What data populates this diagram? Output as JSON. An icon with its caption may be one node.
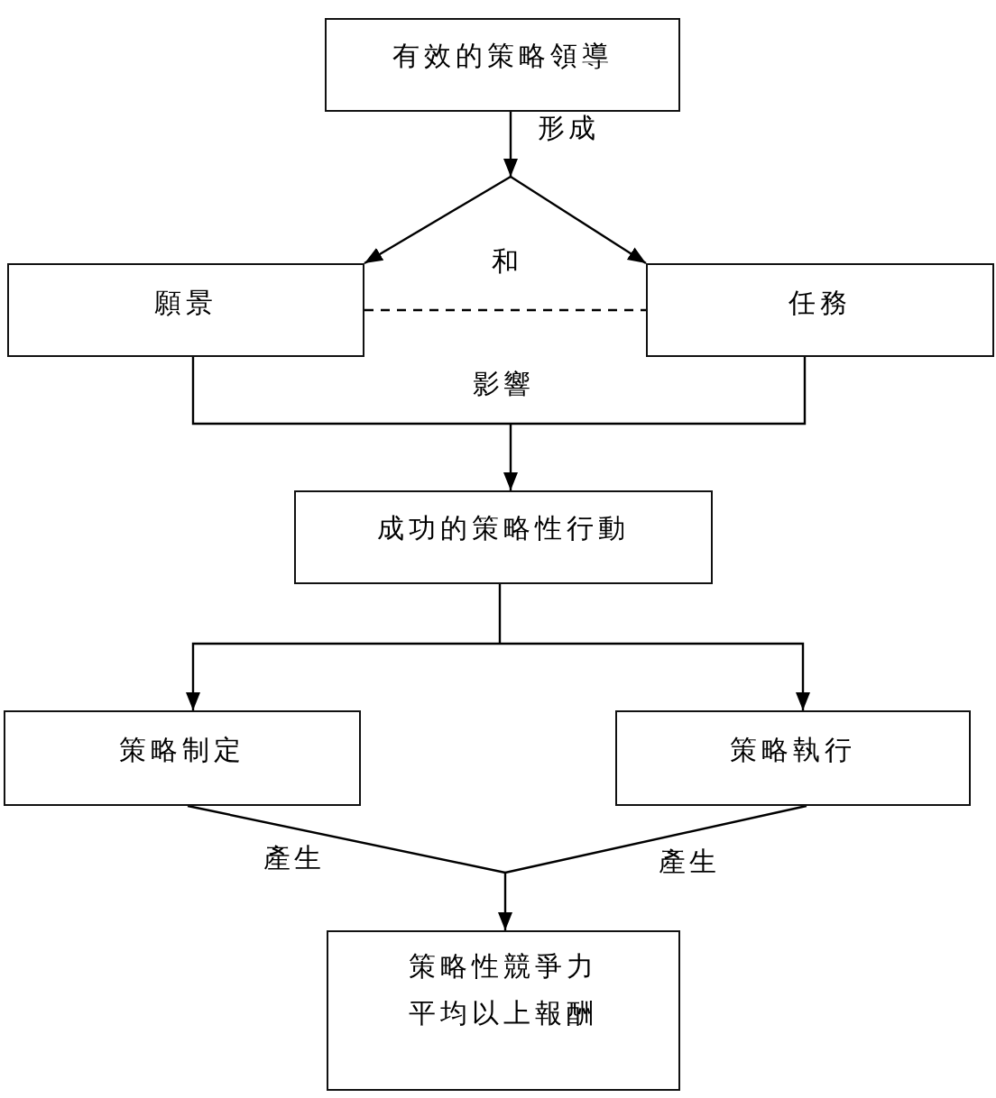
{
  "diagram": {
    "nodes": [
      {
        "text": [
          "有效的策略領導"
        ]
      },
      {
        "text": [
          "願景"
        ]
      },
      {
        "text": [
          "任務"
        ]
      },
      {
        "text": [
          "成功的策略性行動"
        ]
      },
      {
        "text": [
          "策略制定"
        ]
      },
      {
        "text": [
          "策略執行"
        ]
      },
      {
        "text": [
          "策略性競爭力平均以上報酬"
        ]
      }
    ],
    "edges": [
      {
        "from": 0,
        "to": 1,
        "arrow": "to",
        "label": "形成"
      },
      {
        "from": 0,
        "to": 2,
        "arrow": "to"
      },
      {
        "from": 1,
        "to": 2,
        "arrow": "none",
        "label": "和",
        "style": "dashed"
      },
      {
        "from": 1,
        "to": 3,
        "arrow": "to",
        "label": "影響"
      },
      {
        "from": 2,
        "to": 3,
        "arrow": "to"
      },
      {
        "from": 3,
        "to": 4,
        "arrow": "to"
      },
      {
        "from": 3,
        "to": 5,
        "arrow": "to"
      },
      {
        "from": 4,
        "to": 6,
        "arrow": "to",
        "label": "產生"
      },
      {
        "from": 5,
        "to": 6,
        "arrow": "to",
        "label": "產生"
      }
    ]
  }
}
